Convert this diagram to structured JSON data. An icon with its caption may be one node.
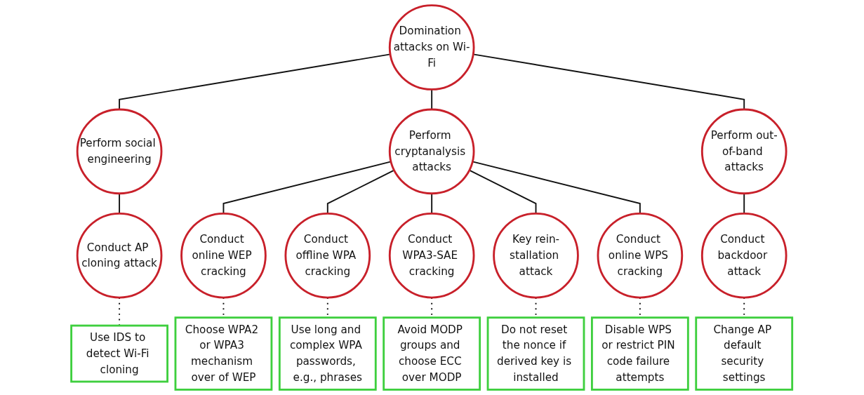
{
  "diagram": {
    "nodes": [
      {
        "text": [
          "Domination attacks on Wi-Fi"
        ]
      },
      {
        "text": [
          "Perform social engineering"
        ]
      },
      {
        "text": [
          "Perform cryptanalysis attacks"
        ]
      },
      {
        "text": [
          "Perform out-of-band attacks"
        ]
      },
      {
        "text": [
          "Conduct AP cloning attack"
        ]
      },
      {
        "text": [
          "Conduct online WEP cracking"
        ]
      },
      {
        "text": [
          "Conduct offline WPA cracking"
        ]
      },
      {
        "text": [
          "Conduct WPA3-SAE cracking"
        ]
      },
      {
        "text": [
          "Key rein-stallation attack"
        ]
      },
      {
        "text": [
          "Conduct online WPS cracking"
        ]
      },
      {
        "text": [
          "Conduct backdoor attack"
        ]
      },
      {
        "text": [
          "Use IDS to detect Wi-Fi cloning"
        ]
      },
      {
        "text": [
          "Choose WPA2 or WPA3 mechanism over of WEP"
        ]
      },
      {
        "text": [
          "Use long and complex WPA passwords, e.g., phrases"
        ]
      },
      {
        "text": [
          "Avoid MODP groups and choose ECC over MODP"
        ]
      },
      {
        "text": [
          "Do not reset the nonce if derived key is installed"
        ]
      },
      {
        "text": [
          "Disable WPS or restrict PIN code failure attempts"
        ]
      },
      {
        "text": [
          "Change AP default security settings"
        ]
      }
    ],
    "edges": [
      {
        "from": 0,
        "to": 1,
        "arrow": "none"
      },
      {
        "from": 0,
        "to": 2,
        "arrow": "none"
      },
      {
        "from": 0,
        "to": 3,
        "arrow": "none"
      },
      {
        "from": 1,
        "to": 4,
        "arrow": "none"
      },
      {
        "from": 2,
        "to": 5,
        "arrow": "none"
      },
      {
        "from": 2,
        "to": 6,
        "arrow": "none"
      },
      {
        "from": 2,
        "to": 7,
        "arrow": "none"
      },
      {
        "from": 2,
        "to": 8,
        "arrow": "none"
      },
      {
        "from": 2,
        "to": 9,
        "arrow": "none"
      },
      {
        "from": 3,
        "to": 10,
        "arrow": "none"
      },
      {
        "from": 4,
        "to": 11,
        "arrow": "none",
        "style": "dashed"
      },
      {
        "from": 5,
        "to": 12,
        "arrow": "none",
        "style": "dashed"
      },
      {
        "from": 6,
        "to": 13,
        "arrow": "none",
        "style": "dashed"
      },
      {
        "from": 7,
        "to": 14,
        "arrow": "none",
        "style": "dashed"
      },
      {
        "from": 8,
        "to": 15,
        "arrow": "none",
        "style": "dashed"
      },
      {
        "from": 9,
        "to": 16,
        "arrow": "none",
        "style": "dashed"
      },
      {
        "from": 10,
        "to": 17,
        "arrow": "none",
        "style": "dashed"
      }
    ]
  }
}
